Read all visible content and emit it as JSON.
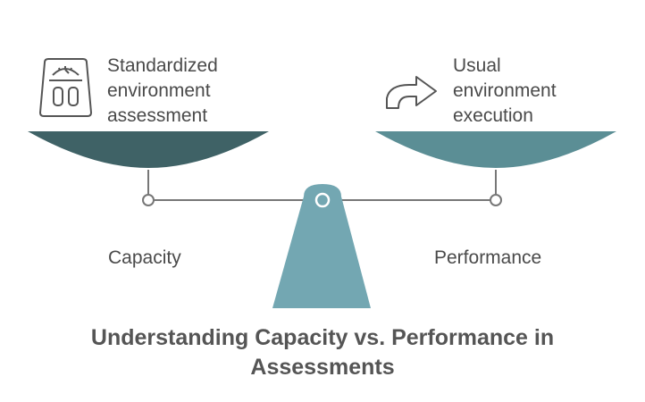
{
  "title": {
    "line1": "Understanding Capacity vs. Performance in",
    "line2": "Assessments"
  },
  "left_side": {
    "icon": "weighing-scale-icon",
    "text_lines": [
      "Standardized",
      "environment",
      "assessment"
    ],
    "label": "Capacity",
    "pan_color": "#3f6266"
  },
  "right_side": {
    "icon": "curved-arrow-icon",
    "text_lines": [
      "Usual",
      "environment",
      "execution"
    ],
    "label": "Performance",
    "pan_color": "#5b8e95"
  },
  "colors": {
    "beam": "#777777",
    "fulcrum": "#73a7b2",
    "text": "#4a4a4a",
    "title": "#555555"
  }
}
